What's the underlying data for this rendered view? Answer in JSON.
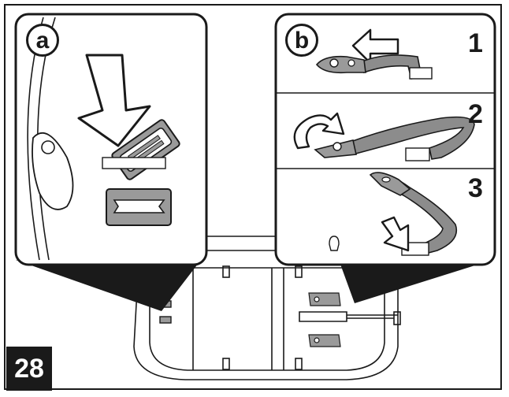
{
  "figure": {
    "number": "28"
  },
  "panel_a": {
    "label": "a"
  },
  "panel_b": {
    "label": "b",
    "steps": [
      {
        "number": "1"
      },
      {
        "number": "2"
      },
      {
        "number": "3"
      }
    ]
  },
  "colors": {
    "ink": "#1a1a1a",
    "strap_gray": "#8c8c8c",
    "buckle_gray": "#9a9a9a",
    "paper": "#ffffff"
  }
}
